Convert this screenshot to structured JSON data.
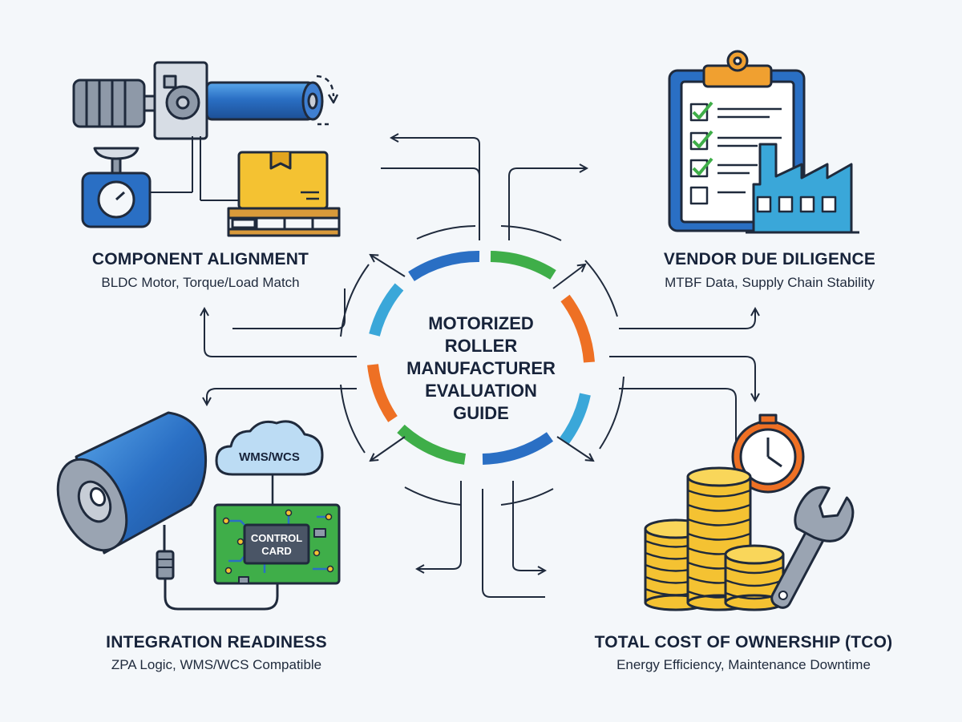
{
  "center": {
    "lines": [
      "MOTORIZED",
      "ROLLER",
      "MANUFACTURER",
      "EVALUATION",
      "GUIDE"
    ]
  },
  "quadrants": [
    {
      "title": "COMPONENT ALIGNMENT",
      "subtitle": "BLDC Motor, Torque/Load Match",
      "icon": "motor-gearbox-roller-scale-icon"
    },
    {
      "title": "VENDOR DUE DILIGENCE",
      "subtitle": "MTBF Data, Supply Chain Stability",
      "icon": "checklist-factory-icon"
    },
    {
      "title": "INTEGRATION READINESS",
      "subtitle": "ZPA Logic, WMS/WCS Compatible",
      "icon": "roller-control-card-cloud-icon"
    },
    {
      "title": "TOTAL COST OF OWNERSHIP (TCO)",
      "subtitle": "Energy Efficiency, Maintenance Downtime",
      "icon": "clock-coins-wrench-icon"
    }
  ],
  "labels": {
    "cloud": "WMS/WCS",
    "card_line1": "CONTROL",
    "card_line2": "CARD"
  },
  "colors": {
    "blue": "#2a6fc4",
    "green": "#3fae49",
    "orange": "#ee7024",
    "teal": "#3aa7d9",
    "navy": "#1f2a3c",
    "gold": "#f4c232",
    "background": "#f4f7fa"
  }
}
